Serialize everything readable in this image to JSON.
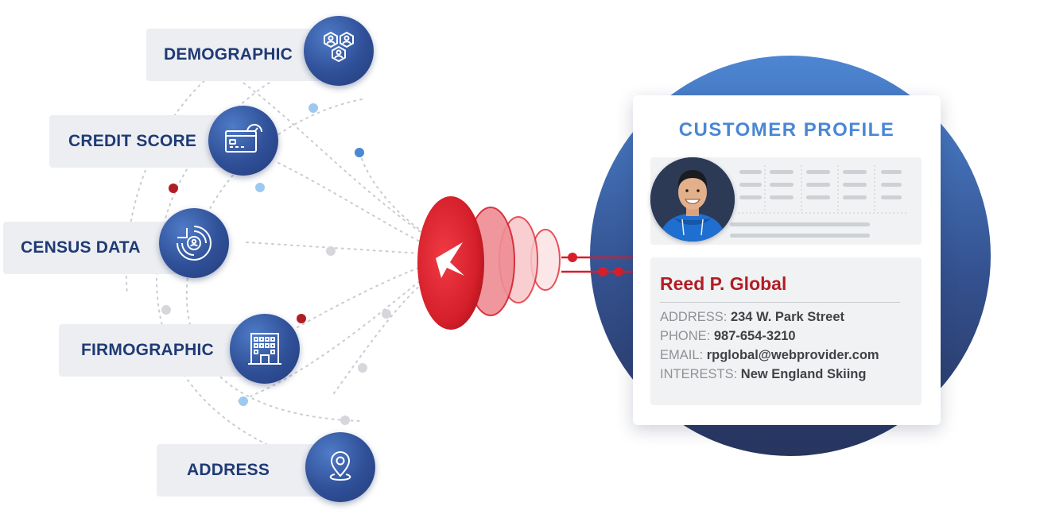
{
  "sources": [
    {
      "label": "DEMOGRAPHIC",
      "icon": "people-network-icon"
    },
    {
      "label": "CREDIT SCORE",
      "icon": "credit-card-gauge-icon"
    },
    {
      "label": "CENSUS DATA",
      "icon": "census-pie-person-icon"
    },
    {
      "label": "FIRMOGRAPHIC",
      "icon": "office-building-icon"
    },
    {
      "label": "ADDRESS",
      "icon": "location-pin-icon"
    }
  ],
  "hub": {
    "icon": "brand-logo-icon"
  },
  "profile": {
    "title": "CUSTOMER PROFILE",
    "name": "Reed P. Global",
    "fields": [
      {
        "key": "ADDRESS:",
        "value": "234 W. Park Street"
      },
      {
        "key": "PHONE:",
        "value": "987-654-3210"
      },
      {
        "key": "EMAIL:",
        "value": "rpglobal@webprovider.com"
      },
      {
        "key": "INTERESTS:",
        "value": "New England Skiing"
      }
    ]
  },
  "colors": {
    "navy": "#1f3a74",
    "icon_blue": "#2f4f97",
    "accent_red": "#d3202b",
    "title_blue": "#4a87d4",
    "name_red": "#b11d24",
    "panel_gray": "#f1f2f4",
    "label_gray": "#eceef2"
  }
}
